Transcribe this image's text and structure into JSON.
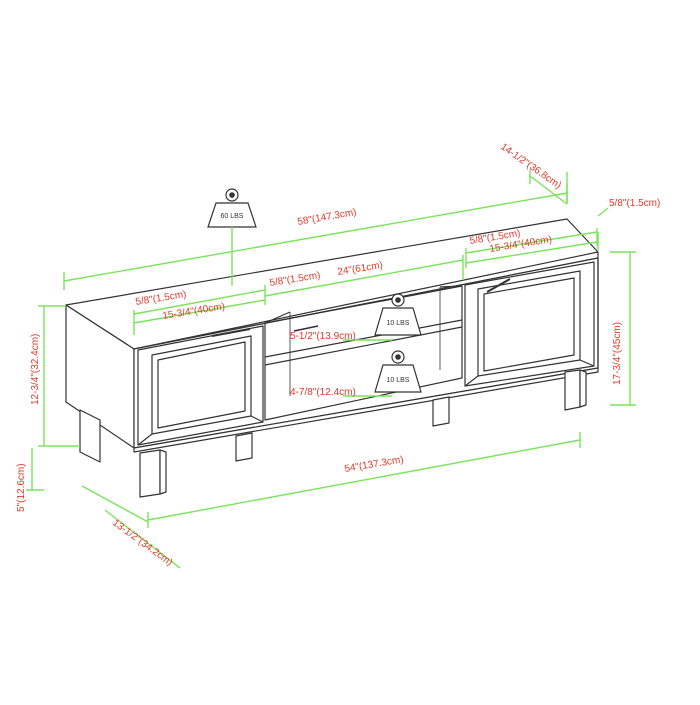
{
  "colors": {
    "dimension_line": "#7be35c",
    "dimension_text": "#e03a2a",
    "drawing": "#333333"
  },
  "icons": [
    "weight-icon"
  ],
  "dimensions": {
    "overall_width": "58\"(147.3cm)",
    "top_depth": "14-1/2\"(36.8cm)",
    "top_thickness": "5/8\"(1.5cm)",
    "right_door_thickness": "5/8\"(1.5cm)",
    "right_door_width": "15-3/4\"(40cm)",
    "left_door_thickness": "5/8\"(1.5cm)",
    "left_door_width": "15-3/4\"(40cm)",
    "center_shelf_thickness": "5/8\"(1.5cm)",
    "center_width": "24\"(61cm)",
    "upper_opening_height": "5-1/2\"(13.9cm)",
    "lower_opening_height": "4-7/8\"(12.4cm)",
    "cabinet_height": "12-3/4\"(32.4cm)",
    "leg_height": "5\"(12.6cm)",
    "overall_height": "17-3/4\"(45cm)",
    "base_width": "54\"(137.3cm)",
    "base_depth": "13-1/2\"(34.2cm)"
  },
  "weights": {
    "top_capacity": "60 LBS",
    "upper_shelf_capacity": "10 LBS",
    "lower_shelf_capacity": "10 LBS"
  }
}
